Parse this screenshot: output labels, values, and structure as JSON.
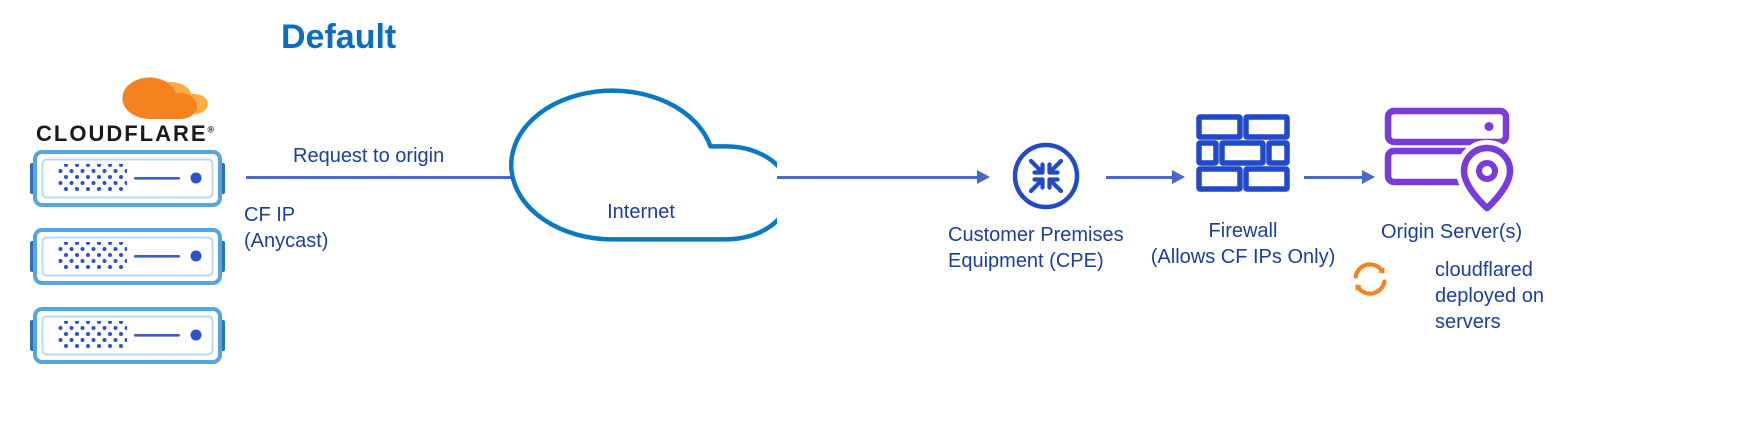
{
  "title": "Default",
  "colors": {
    "title_blue": "#0c6cbf",
    "label_blue": "#1c3f9f",
    "line_blue": "#4a69c6",
    "icon_blue": "#2149c8",
    "internet_stroke": "#0a79c2",
    "server_border": "#56a6de",
    "server_accent": "#2a52cc",
    "origin_purple": "#7a3bdb",
    "cloudflare_orange": "#f6821f",
    "cloudflare_light_orange": "#fbad41"
  },
  "cloudflare": {
    "logo_text": "CLOUDFLARE",
    "registered_mark": "®"
  },
  "flow": {
    "request_label": "Request to origin",
    "cf_ip_line1": "CF IP",
    "cf_ip_line2": "(Anycast)",
    "internet_label": "Internet"
  },
  "nodes": {
    "cpe": {
      "label_line1": "Customer Premises",
      "label_line2": "Equipment (CPE)"
    },
    "firewall": {
      "label_line1": "Firewall",
      "label_line2": "(Allows CF IPs Only)"
    },
    "origin": {
      "label": "Origin Server(s)",
      "note_line1": "cloudflared",
      "note_line2": "deployed on",
      "note_line3": "servers"
    }
  }
}
